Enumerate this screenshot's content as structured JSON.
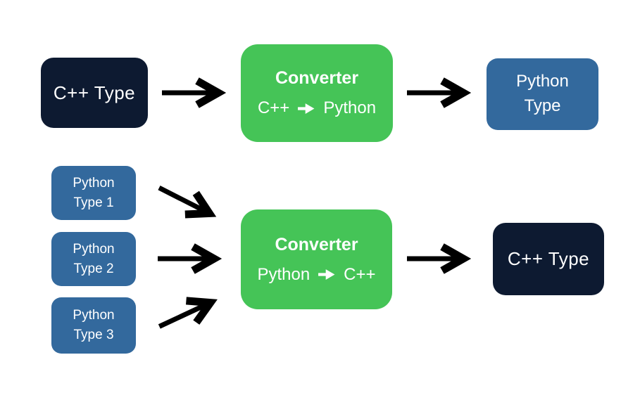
{
  "diagram": {
    "flow_cpp_to_python": {
      "input_box": {
        "label": "C++ Type"
      },
      "converter_box": {
        "title": "Converter",
        "source": "C++",
        "target": "Python"
      },
      "output_box": {
        "line1": "Python",
        "line2": "Type"
      }
    },
    "flow_python_to_cpp": {
      "input_boxes": [
        {
          "line1": "Python",
          "line2": "Type 1"
        },
        {
          "line1": "Python",
          "line2": "Type 2"
        },
        {
          "line1": "Python",
          "line2": "Type 3"
        }
      ],
      "converter_box": {
        "title": "Converter",
        "source": "Python",
        "target": "C++"
      },
      "output_box": {
        "label": "C++ Type"
      }
    },
    "icons": {
      "flow_arrow": "right-arrow",
      "conversion_arrow": "right-arrow"
    },
    "colors": {
      "background": "#ffffff",
      "cpp_type_box": "#0d1a31",
      "python_type_box": "#33699d",
      "converter_box": "#45c457",
      "arrow": "#000000",
      "box_text": "#ffffff"
    }
  }
}
